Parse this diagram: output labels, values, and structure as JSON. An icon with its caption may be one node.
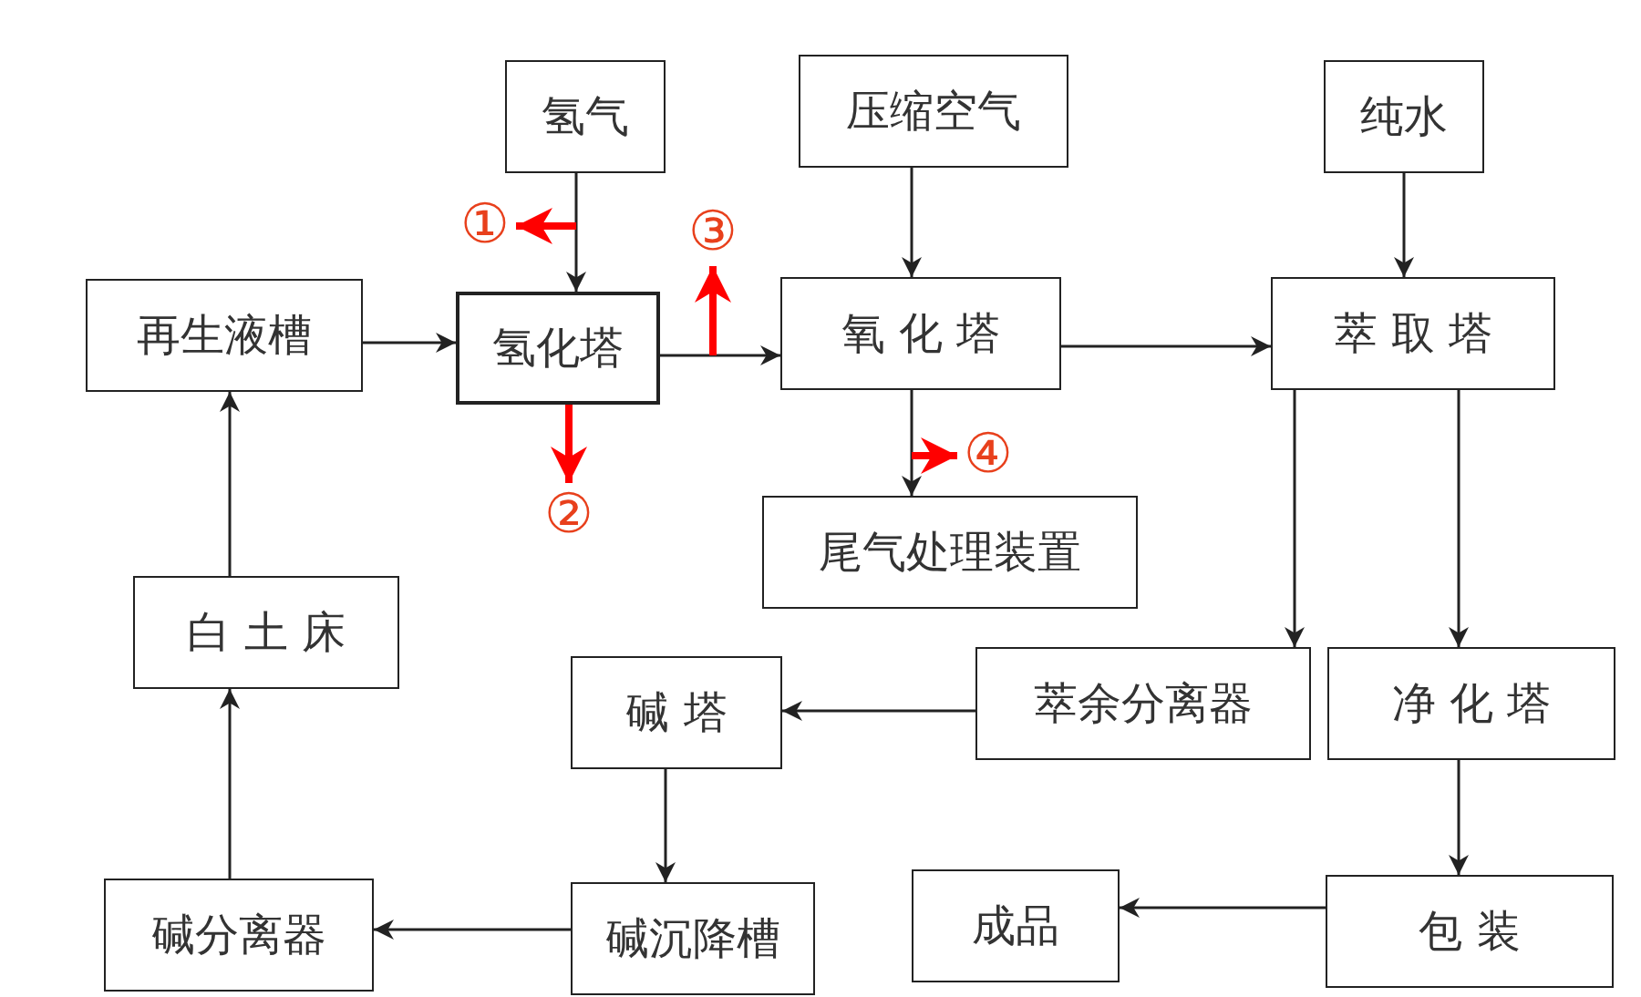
{
  "diagram": {
    "nodes": [
      {
        "text": [
          "氢气"
        ]
      },
      {
        "text": [
          "压缩空气"
        ]
      },
      {
        "text": [
          "纯水"
        ]
      },
      {
        "text": [
          "再生液槽"
        ]
      },
      {
        "text": [
          "氢化塔"
        ]
      },
      {
        "text": [
          "氧 化 塔"
        ]
      },
      {
        "text": [
          "萃 取 塔"
        ]
      },
      {
        "text": [
          "尾气处理装置"
        ]
      },
      {
        "text": [
          "白 土 床"
        ]
      },
      {
        "text": [
          "碱 塔"
        ]
      },
      {
        "text": [
          "萃余分离器"
        ]
      },
      {
        "text": [
          "净 化 塔"
        ]
      },
      {
        "text": [
          "碱分离器"
        ]
      },
      {
        "text": [
          "碱沉降槽"
        ]
      },
      {
        "text": [
          "成品"
        ]
      },
      {
        "text": [
          "包 装"
        ]
      },
      {
        "text": [
          "①"
        ]
      },
      {
        "text": [
          "②"
        ]
      },
      {
        "text": [
          "③"
        ]
      },
      {
        "text": [
          "④"
        ]
      }
    ],
    "edges": [
      {
        "from": 0,
        "to": 4,
        "arrow": "to"
      },
      {
        "from": 1,
        "to": 5,
        "arrow": "to"
      },
      {
        "from": 2,
        "to": 6,
        "arrow": "to"
      },
      {
        "from": 3,
        "to": 4,
        "arrow": "to"
      },
      {
        "from": 4,
        "to": 5,
        "arrow": "to"
      },
      {
        "from": 5,
        "to": 6,
        "arrow": "to"
      },
      {
        "from": 5,
        "to": 7,
        "arrow": "to"
      },
      {
        "from": 6,
        "to": 10,
        "arrow": "to"
      },
      {
        "from": 6,
        "to": 11,
        "arrow": "to"
      },
      {
        "from": 10,
        "to": 9,
        "arrow": "to"
      },
      {
        "from": 9,
        "to": 13,
        "arrow": "to"
      },
      {
        "from": 13,
        "to": 12,
        "arrow": "to"
      },
      {
        "from": 12,
        "to": 8,
        "arrow": "to"
      },
      {
        "from": 8,
        "to": 3,
        "arrow": "to"
      },
      {
        "from": 11,
        "to": 15,
        "arrow": "to"
      },
      {
        "from": 15,
        "to": 14,
        "arrow": "to"
      },
      {
        "from": null,
        "to": 16,
        "arrow": "to",
        "style": "thick",
        "color": "#ff0000"
      },
      {
        "from": 4,
        "to": 17,
        "arrow": "to",
        "style": "thick",
        "color": "#ff0000"
      },
      {
        "from": null,
        "to": 18,
        "arrow": "to",
        "style": "thick",
        "color": "#ff0000"
      },
      {
        "from": null,
        "to": 19,
        "arrow": "to",
        "style": "thick",
        "color": "#ff0000"
      }
    ]
  }
}
